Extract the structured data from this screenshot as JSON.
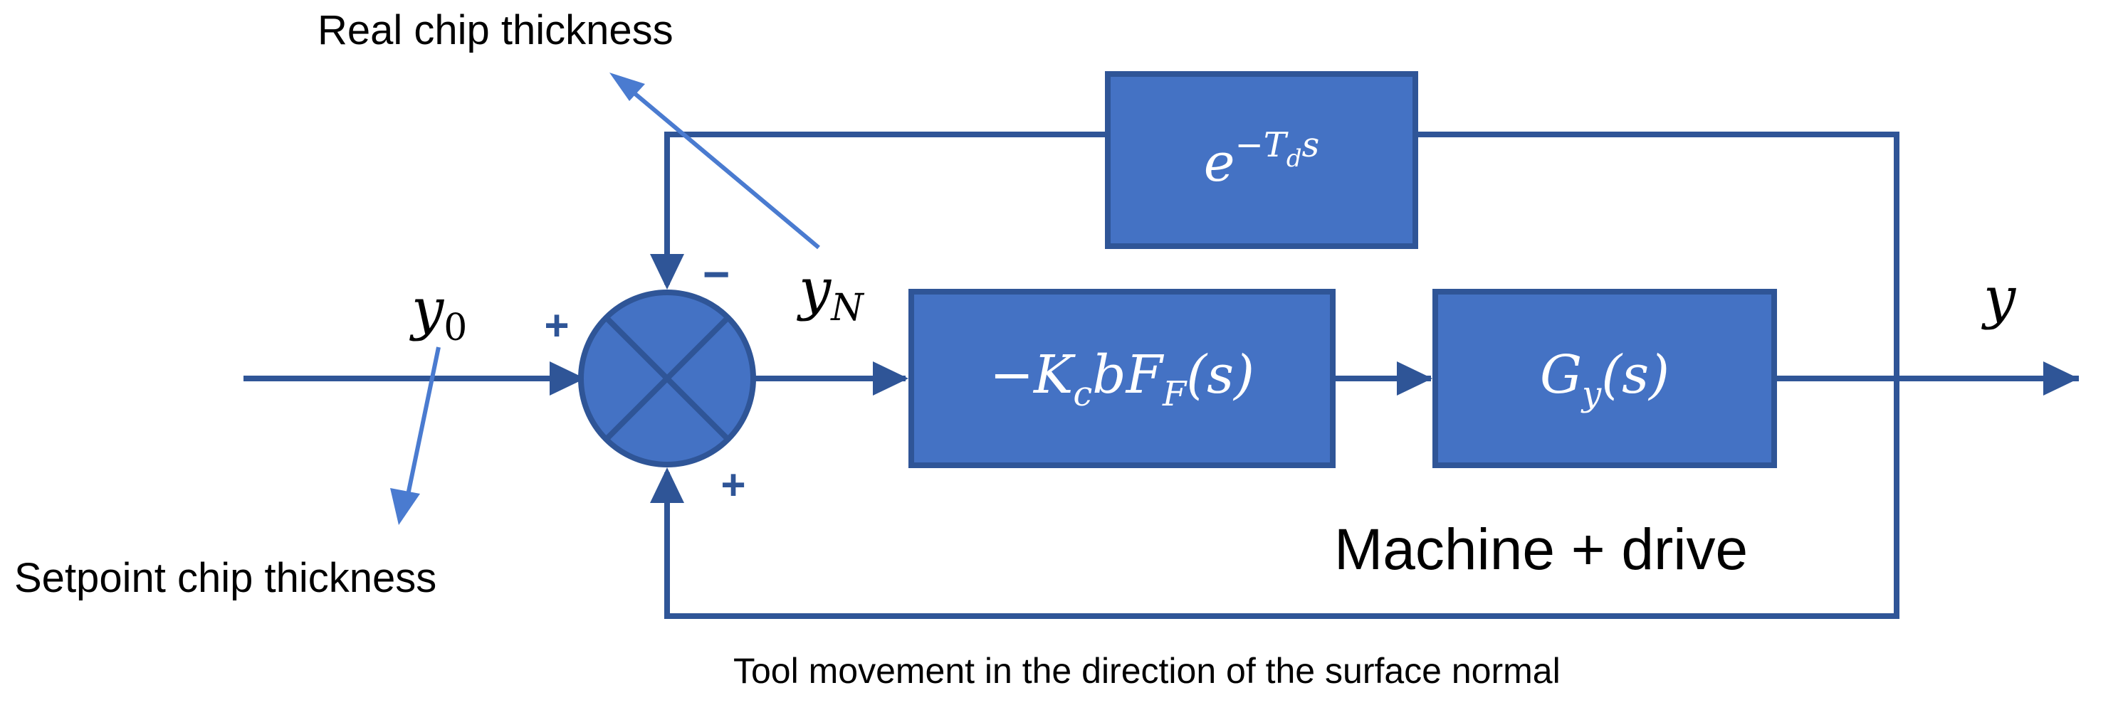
{
  "colors": {
    "line": "#2F5597",
    "block_fill": "#4472C4",
    "block_border": "#2F5597",
    "pointer": "#4A7BD0",
    "text": "#000000",
    "block_text": "#ffffff"
  },
  "labels": {
    "real_chip_thickness": "Real chip thickness",
    "setpoint_chip_thickness": "Setpoint chip thickness",
    "machine_drive": "Machine + drive",
    "tool_movement": "Tool movement in the direction of the surface normal"
  },
  "signals": {
    "y0": {
      "base": "y",
      "sub": "0"
    },
    "yN": {
      "base": "y",
      "sub": "N"
    },
    "y": "y"
  },
  "signs": {
    "plus_left": "+",
    "plus_bottom": "+",
    "minus_top": "−"
  },
  "blocks": {
    "delay": {
      "base": "e",
      "sup_prefix": "−",
      "sup_T": "T",
      "sup_sub": "d",
      "sup_s": "s"
    },
    "controller": {
      "prefix": "−",
      "K": "K",
      "K_sub": "c",
      "b": "b",
      "F": "F",
      "F_sub": "F",
      "arg": "(s)"
    },
    "plant": {
      "G": "G",
      "G_sub": "y",
      "arg": "(s)"
    }
  }
}
